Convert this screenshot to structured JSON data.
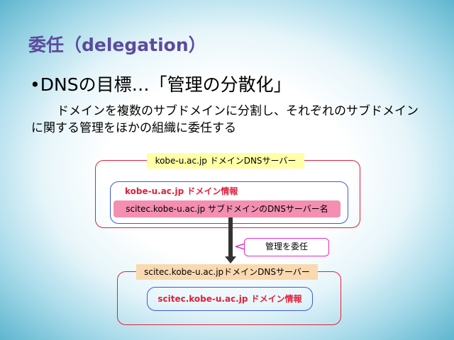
{
  "slide": {
    "title": "委任（delegation）",
    "bullet": "•DNSの目標…「管理の分散化」",
    "body": "ドメインを複数のサブドメインに分割し、それぞれのサブドメインに関する管理をほかの組織に委任する"
  },
  "diagram": {
    "upper_server_label": "kobe-u.ac.jp ドメインDNSサーバー",
    "upper_info_label": "kobe-u.ac.jp ドメイン情報",
    "subdomain_record_label": "scitec.kobe-u.ac.jp サブドメインのDNSサーバー名",
    "delegate_callout": "管理を委任",
    "lower_server_label": "scitec.kobe-u.ac.jpドメインDNSサーバー",
    "lower_info_label": "scitec.kobe-u.ac.jp ドメイン情報"
  },
  "colors": {
    "title": "#5b4b9c",
    "frame_red": "#e0203a",
    "frame_blue": "#3a5bd8",
    "callout_border": "#e22bd4",
    "label_yellow": "#ffffa8",
    "label_peach": "#f9d9b0",
    "label_pink": "#f48fb1"
  }
}
